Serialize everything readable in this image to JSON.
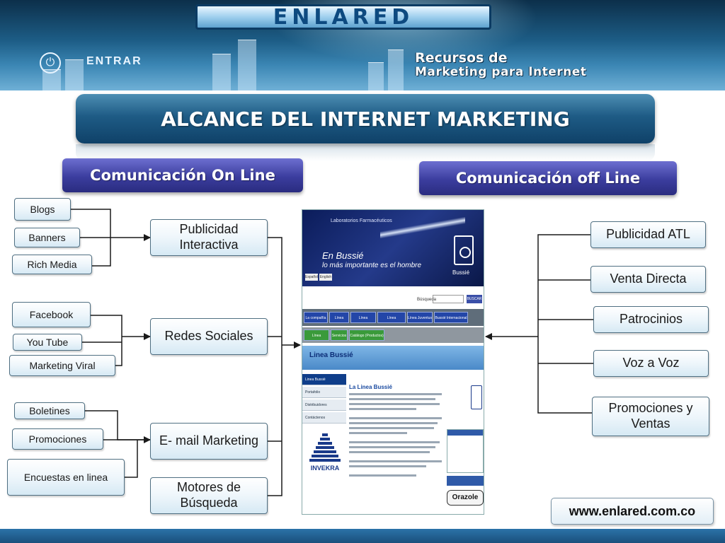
{
  "header": {
    "brand": "ENLARED",
    "login_label": "ENTRAR",
    "tagline_line1": "Recursos de",
    "tagline_line2": "Marketing para Internet"
  },
  "title": "ALCANCE DEL INTERNET MARKETING",
  "online": {
    "label": "Comunicación On Line",
    "groups": [
      {
        "items": [
          "Blogs",
          "Banners",
          "Rich Media"
        ],
        "target": "Publicidad Interactiva"
      },
      {
        "items": [
          "Facebook",
          "You Tube",
          "Marketing Viral"
        ],
        "target": "Redes Sociales"
      },
      {
        "items": [
          "Boletines",
          "Promociones",
          "Encuestas en linea"
        ],
        "target": "E- mail Marketing"
      }
    ],
    "extra_target": "Motores de Búsqueda"
  },
  "offline": {
    "label": "Comunicación off Line",
    "items": [
      "Publicidad ATL",
      "Venta Directa",
      "Patrocinios",
      "Voz a Voz",
      "Promociones y Ventas"
    ]
  },
  "website": {
    "lab_text": "Laboratorios Farmacéuticos",
    "hero_line1": "En Bussié",
    "hero_line2": "lo más importante es el hombre",
    "brand": "Bussié",
    "lang": [
      "Español",
      "English"
    ],
    "search_label": "Búsqueda",
    "search_button": "BUSCAR",
    "nav_primary": [
      "La compañía",
      "Línea Bussié",
      "Línea Genéricos",
      "Línea Hospitalaria",
      "Línea Juventus",
      "Bussié Internacional"
    ],
    "nav_secondary": [
      "Línea Veterinaria",
      "Servicios",
      "Catálogo (Productos)"
    ],
    "section_title": "Linea Bussié",
    "side_menu": [
      "Linea Bussié",
      "Portafolio",
      "Distribuidores",
      "Contáctenos"
    ],
    "content_heading": "La Linea Bussié",
    "partner_logo": "INVEKRA",
    "product": "Orazole"
  },
  "footer_url": "www.enlared.com.co",
  "colors": {
    "title_band": "#1e5b85",
    "category": "#3b3d9e",
    "connector": "#1a1a1a",
    "bottom_bar": "#1a4f7c"
  }
}
